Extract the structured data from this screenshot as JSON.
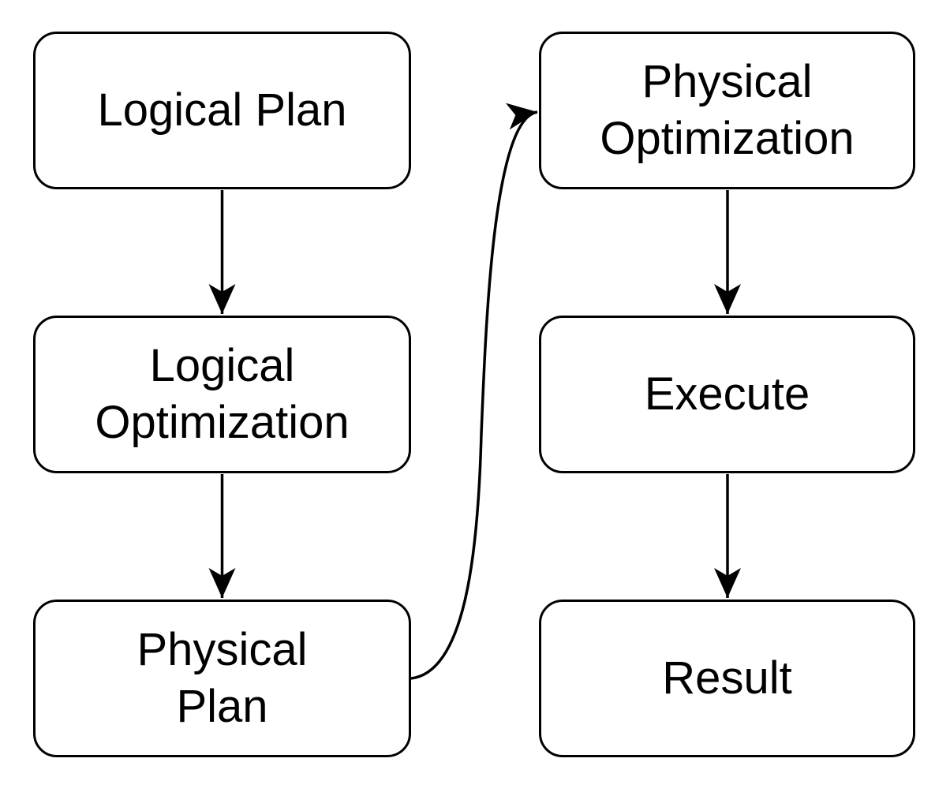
{
  "diagram": {
    "type": "flowchart",
    "colors": {
      "background": "#ffffff",
      "node_fill": "#ffffff",
      "node_stroke": "#000000",
      "text": "#000000",
      "arrow": "#000000"
    },
    "nodes": [
      {
        "id": "logical-plan",
        "label": "Logical Plan"
      },
      {
        "id": "logical-optimization",
        "label": "Logical\nOptimization"
      },
      {
        "id": "physical-plan",
        "label": "Physical\nPlan"
      },
      {
        "id": "physical-optimization",
        "label": "Physical\nOptimization"
      },
      {
        "id": "execute",
        "label": "Execute"
      },
      {
        "id": "result",
        "label": "Result"
      }
    ],
    "edges": [
      {
        "from": "logical-plan",
        "to": "logical-optimization",
        "style": "straight-vertical",
        "arrowhead": "classic"
      },
      {
        "from": "logical-optimization",
        "to": "physical-plan",
        "style": "straight-vertical",
        "arrowhead": "classic"
      },
      {
        "from": "physical-plan",
        "to": "physical-optimization",
        "style": "curved",
        "arrowhead": "classic"
      },
      {
        "from": "physical-optimization",
        "to": "execute",
        "style": "straight-vertical",
        "arrowhead": "classic"
      },
      {
        "from": "execute",
        "to": "result",
        "style": "straight-vertical",
        "arrowhead": "classic"
      }
    ]
  }
}
